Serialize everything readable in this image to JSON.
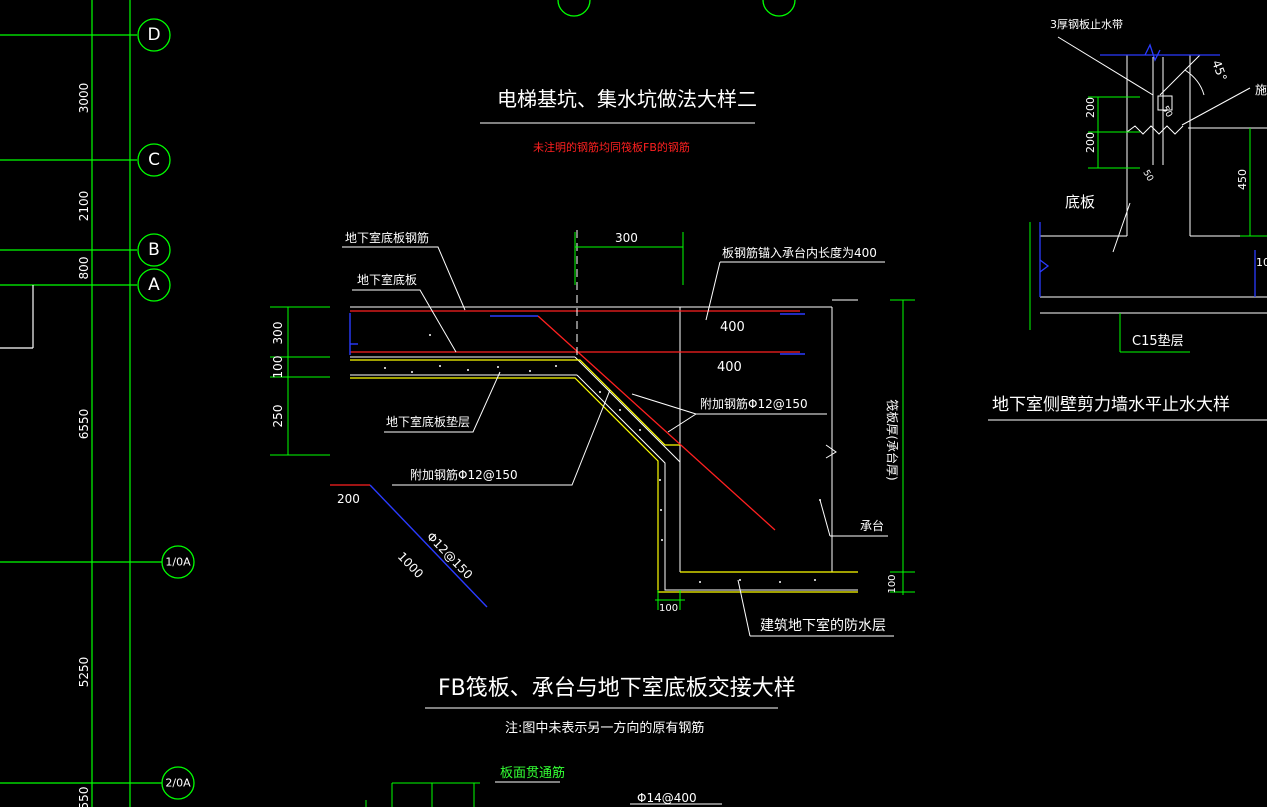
{
  "colors": {
    "background": "#000000",
    "grid": "#00ff00",
    "text": "#ffffff",
    "rebar": "#ff2020",
    "layer": "#ffff00",
    "blue": "#2a3bff",
    "annotation_red": "#ff2020",
    "green_text": "#33ff33"
  },
  "grid_axes": [
    {
      "label": "D"
    },
    {
      "label": "C"
    },
    {
      "label": "B"
    },
    {
      "label": "A"
    },
    {
      "label": "1/0A"
    },
    {
      "label": "2/0A"
    }
  ],
  "grid_dims": [
    "3000",
    "2100",
    "800",
    "6550",
    "5250",
    "550"
  ],
  "detail_main": {
    "title": "电梯基坑、集水坑做法大样二",
    "note_red": "未注明的钢筋均同筏板FB的钢筋",
    "labels": {
      "base_rebar": "地下室底板钢筋",
      "base_slab": "地下室底板",
      "cushion": "地下室底板垫层",
      "add_rebar_left": "附加钢筋Φ12@150",
      "add_rebar_right": "附加钢筋Φ12@150",
      "anchor_note": "板钢筋锚入承台内长度为400",
      "cap": "承台",
      "waterproof": "建筑地下室的防水层",
      "raft_vertical": "筏板厚(承台厚)"
    },
    "dims": {
      "d300_top": "300",
      "d400_a": "400",
      "d400_b": "400",
      "left_300": "300",
      "left_100": "100",
      "left_250": "250",
      "d200": "200",
      "d1000": "1000",
      "phi12": "Φ12@150",
      "d100_bottom": "100",
      "d100_right": "100"
    },
    "title2": "FB筏板、承台与地下室底板交接大样",
    "note2": "注:图中未表示另一方向的原有钢筋"
  },
  "detail_wall": {
    "label_strip": "3厚钢板止水带",
    "label_dangle": "施",
    "angle": "45°",
    "dims": {
      "d200a": "200",
      "d200b": "200",
      "d450": "450",
      "d50a": "50",
      "d50b": "50",
      "d10": "10"
    },
    "label_base": "底板",
    "cushion": "C15垫层",
    "title": "地下室侧壁剪力墙水平止水大样"
  },
  "bottom": {
    "label_green": "板面贯通筋",
    "rebar": "Φ14@400"
  }
}
